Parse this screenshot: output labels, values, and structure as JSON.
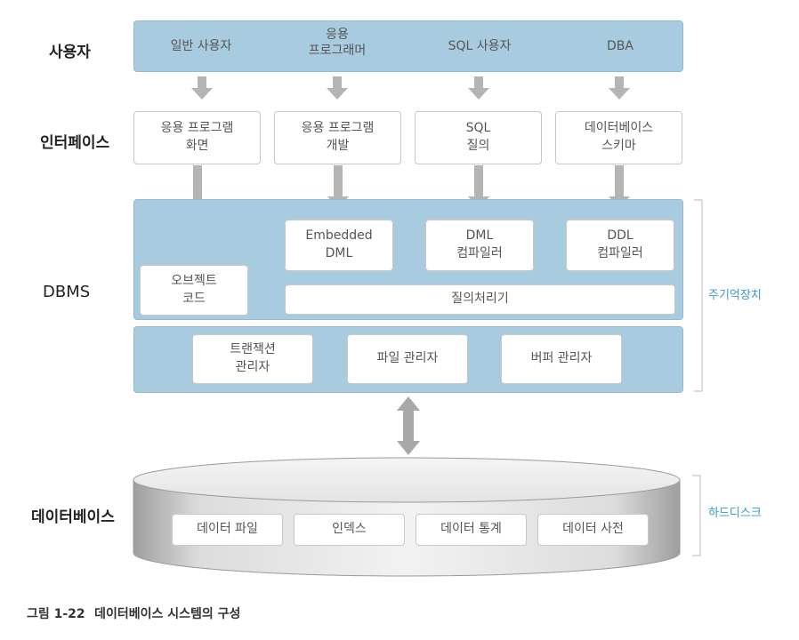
{
  "rows": {
    "user": "사용자",
    "interface": "인터페이스",
    "dbms": "DBMS",
    "database": "데이터베이스"
  },
  "users": [
    "일반 사용자",
    "응용\n프로그래머",
    "SQL 사용자",
    "DBA"
  ],
  "interfaces": [
    "응용 프로그램\n화면",
    "응용 프로그램\n개발",
    "SQL\n질의",
    "데이터베이스\n스키마"
  ],
  "dbms_top": {
    "object_code": "오브젝트\n코드",
    "embedded_dml": "Embedded\nDML",
    "dml_compiler": "DML\n컴파일러",
    "ddl_compiler": "DDL\n컴파일러",
    "query_processor": "질의처리기"
  },
  "dbms_bottom": [
    "트랜잭션\n관리자",
    "파일 관리자",
    "버퍼 관리자"
  ],
  "database_items": [
    "데이터 파일",
    "인덱스",
    "데이터 통계",
    "데이터 사전"
  ],
  "side_notes": {
    "main_memory": "주기억장치",
    "hard_disk": "하드디스크"
  },
  "caption": {
    "number": "그림 1-22",
    "title": "데이터베이스 시스템의 구성"
  },
  "colors": {
    "band": "#a9cbe0",
    "arrow": "#b4b4b4",
    "accent_note": "#3a9ac4"
  }
}
